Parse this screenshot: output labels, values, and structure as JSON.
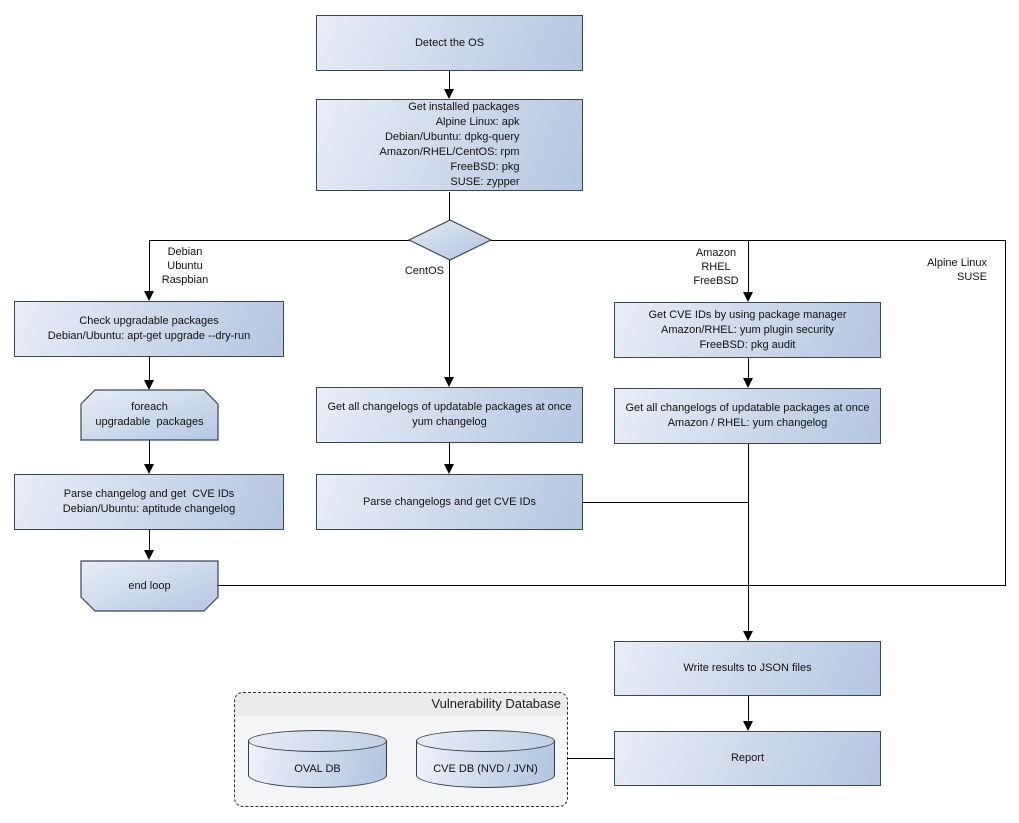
{
  "nodes": {
    "detect_os": {
      "label": "Detect the OS"
    },
    "get_installed_packages": {
      "lines": [
        "Get installed packages",
        "Alpine Linux: apk",
        "Debian/Ubuntu: dpkg-query",
        "Amazon/RHEL/CentOS: rpm",
        "FreeBSD: pkg",
        "SUSE: zypper"
      ]
    },
    "check_upgradable": {
      "lines": [
        "Check upgradable packages",
        "Debian/Ubuntu: apt-get upgrade --dry-run"
      ]
    },
    "foreach_loop": {
      "lines": [
        "foreach",
        "upgradable  packages"
      ]
    },
    "parse_changelog_deb": {
      "lines": [
        "Parse changelog and get  CVE IDs",
        "Debian/Ubuntu: aptitude changelog"
      ]
    },
    "end_loop": {
      "label": "end loop"
    },
    "changelogs_centos": {
      "lines": [
        "Get all changelogs of updatable packages at once",
        "yum changelog"
      ]
    },
    "parse_changelogs": {
      "label": "Parse changelogs and get CVE IDs"
    },
    "get_cve_ids_pkg_mgr": {
      "lines": [
        "Get CVE IDs by using package manager",
        "Amazon/RHEL: yum plugin security",
        "FreeBSD: pkg audit"
      ]
    },
    "changelogs_amazon": {
      "lines": [
        "Get all changelogs of updatable packages at once",
        "Amazon / RHEL: yum changelog"
      ]
    },
    "write_json": {
      "label": "Write results to JSON files"
    },
    "report": {
      "label": "Report"
    }
  },
  "edge_labels": {
    "left": [
      "Debian",
      "Ubuntu",
      "Raspbian"
    ],
    "centos": "CentOS",
    "right": [
      "Amazon",
      "RHEL",
      "FreeBSD"
    ],
    "far_right": [
      "Alpine Linux",
      "SUSE"
    ]
  },
  "database": {
    "title": "Vulnerability Database",
    "cylinders": [
      {
        "label": "OVAL DB"
      },
      {
        "label": "CVE DB (NVD / JVN)"
      }
    ]
  },
  "colors": {
    "node_fill_light": "#e9eef7",
    "node_fill_dark": "#b5c7e2",
    "node_border": "#3a4656",
    "edge": "#000000",
    "container_fill": "#f5f6f7",
    "container_band": "#ebebeb",
    "background": "#ffffff"
  }
}
